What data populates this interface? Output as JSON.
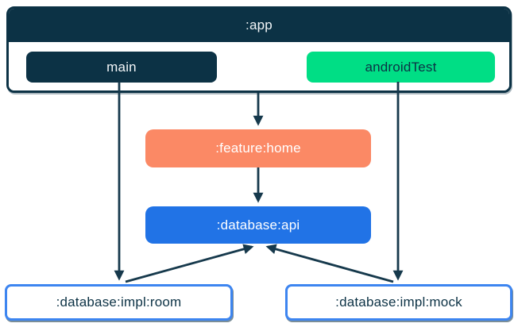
{
  "diagram": {
    "type": "module-dependency-graph",
    "app": {
      "label": ":app",
      "source_sets": [
        {
          "label": "main"
        },
        {
          "label": "androidTest"
        }
      ]
    },
    "nodes": {
      "feature_home": {
        "label": ":feature:home"
      },
      "database_api": {
        "label": ":database:api"
      },
      "database_impl_room": {
        "label": ":database:impl:room"
      },
      "database_impl_mock": {
        "label": ":database:impl:mock"
      }
    },
    "edges": [
      {
        "from": ":app",
        "to": ":feature:home"
      },
      {
        "from": "main",
        "to": ":database:impl:room"
      },
      {
        "from": "androidTest",
        "to": ":database:impl:mock"
      },
      {
        "from": ":feature:home",
        "to": ":database:api"
      },
      {
        "from": ":database:impl:room",
        "to": ":database:api"
      },
      {
        "from": ":database:impl:mock",
        "to": ":database:api"
      }
    ],
    "colors": {
      "navy": "#0C3245",
      "arrow": "#16394C",
      "green": "#00DE85",
      "coral": "#FB8965",
      "blue": "#2173E6",
      "border-blue": "#3D85F0",
      "white": "#FFFFFF"
    }
  }
}
